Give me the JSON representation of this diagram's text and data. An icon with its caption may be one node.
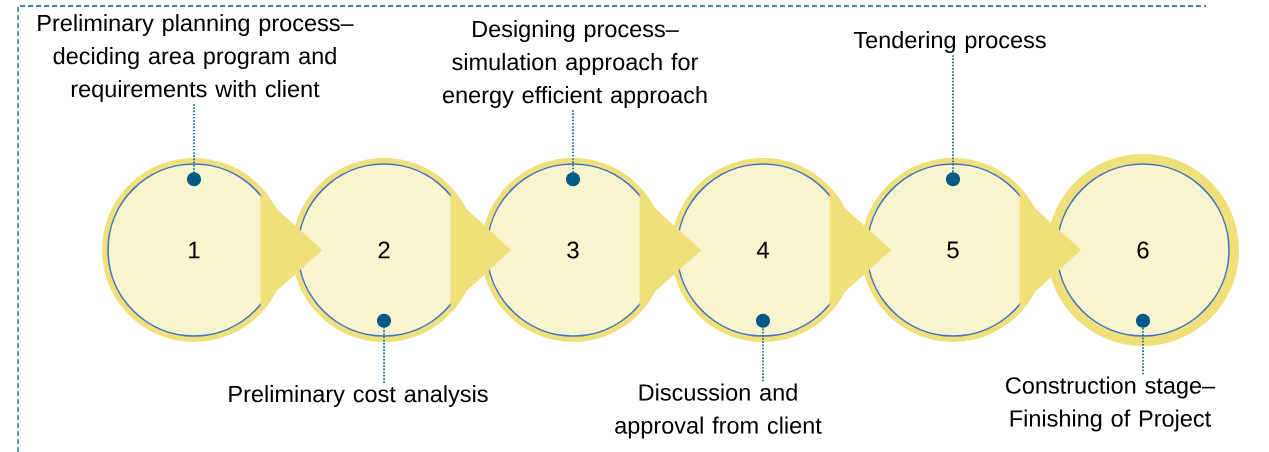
{
  "diagram": {
    "nodes": [
      {
        "text": [
          "Preliminary planning process– deciding area program and requirements with client"
        ]
      },
      {
        "text": [
          "Designing process– simulation approach for energy efficient approach"
        ]
      },
      {
        "text": [
          "Tendering process"
        ]
      },
      {
        "text": [
          "1"
        ]
      },
      {
        "text": [
          "2"
        ]
      },
      {
        "text": [
          "3"
        ]
      },
      {
        "text": [
          "4"
        ]
      },
      {
        "text": [
          "5"
        ]
      },
      {
        "text": [
          "6"
        ]
      },
      {
        "text": [
          "Preliminary cost analysis"
        ]
      },
      {
        "text": [
          "Discussion and approval from client"
        ]
      },
      {
        "text": [
          "Construction stage– Finishing of Project"
        ]
      }
    ],
    "edges": [
      {
        "from": 3,
        "to": 4,
        "arrow": "to",
        "color": "#f0e07a"
      },
      {
        "from": 4,
        "to": 5,
        "arrow": "to",
        "color": "#f0e07a"
      },
      {
        "from": 5,
        "to": 6,
        "arrow": "to",
        "color": "#f0e07a"
      },
      {
        "from": 6,
        "to": 7,
        "arrow": "to",
        "color": "#f0e07a"
      },
      {
        "from": 7,
        "to": 8,
        "arrow": "to",
        "color": "#f0e07a"
      },
      {
        "from": 0,
        "to": 3,
        "arrow": "other"
      },
      {
        "from": 1,
        "to": 5,
        "arrow": "other"
      },
      {
        "from": 2,
        "to": 7,
        "arrow": "other"
      },
      {
        "from": 9,
        "to": 4,
        "arrow": "other"
      },
      {
        "from": 10,
        "to": 6,
        "arrow": "other"
      },
      {
        "from": 11,
        "to": 8,
        "arrow": "other"
      }
    ]
  }
}
